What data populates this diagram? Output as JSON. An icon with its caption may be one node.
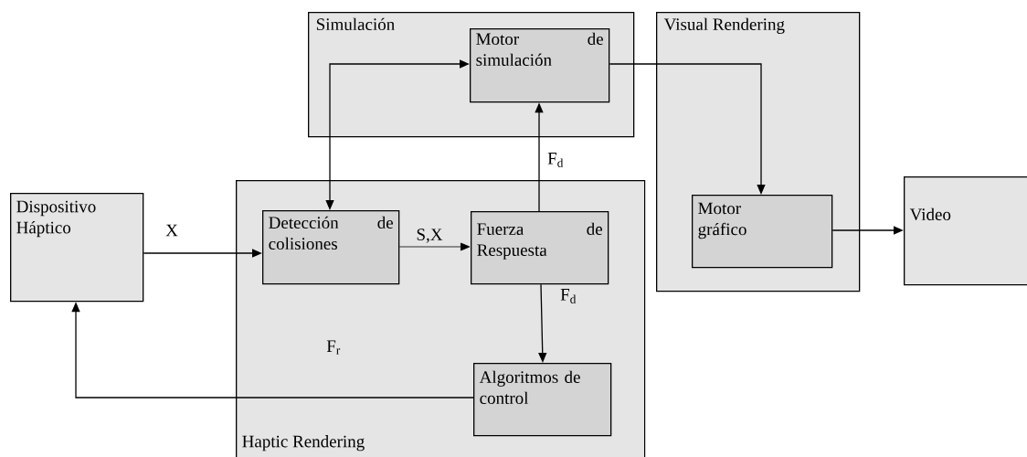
{
  "diagram": {
    "nodes": [
      {
        "text": [
          "Simulación"
        ]
      },
      {
        "text": [
          "Motor de simulación"
        ],
        "in": 0
      },
      {
        "text": [
          "Visual Rendering"
        ]
      },
      {
        "text": [
          "Motor gráfico"
        ],
        "in": 2
      },
      {
        "text": [
          "Dispositivo Háptico"
        ]
      },
      {
        "text": [
          "Haptic Rendering"
        ]
      },
      {
        "text": [
          "Detección de colisiones"
        ],
        "in": 5
      },
      {
        "text": [
          "Fuerza de Respuesta"
        ],
        "in": 5
      },
      {
        "text": [
          "Algoritmos de control"
        ],
        "in": 5
      },
      {
        "text": [
          "Video"
        ]
      }
    ],
    "edges": [
      {
        "from": 4,
        "to": 6,
        "arrow": "to",
        "label": "X"
      },
      {
        "from": 6,
        "to": 7,
        "arrow": "to",
        "label": "S,X"
      },
      {
        "from": 7,
        "to": 1,
        "arrow": "to",
        "label": "F$_{d}$"
      },
      {
        "from": 1,
        "to": 6,
        "arrow": "both"
      },
      {
        "from": 1,
        "to": 3,
        "arrow": "to"
      },
      {
        "from": 7,
        "to": 8,
        "arrow": "to",
        "label": "F$_{d}$"
      },
      {
        "from": 8,
        "to": 4,
        "arrow": "to",
        "label": "F$_{r}$"
      },
      {
        "from": 3,
        "to": 9,
        "arrow": "to"
      }
    ]
  }
}
